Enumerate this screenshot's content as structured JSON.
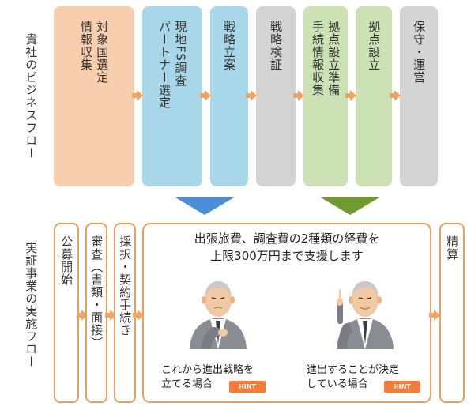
{
  "labels": {
    "business_flow": "貴社のビジネスフロー",
    "demo_flow": "実証事業の実施フロー"
  },
  "business_stages": [
    {
      "text": "対象国選定\n情報収集",
      "color": "#f8cfae"
    },
    {
      "text": "現地FS調査\nパートナー選定",
      "color": "#a9d7ea"
    },
    {
      "text": "戦略立案",
      "color": "#a9d7ea"
    },
    {
      "text": "戦略検証",
      "color": "#d4d4d4"
    },
    {
      "text": "拠点設立準備\n手続情報収集",
      "color": "#cde2b4"
    },
    {
      "text": "拠点設立",
      "color": "#cde2b4"
    },
    {
      "text": "保守・運営",
      "color": "#d4d4d4"
    }
  ],
  "demo_stages": {
    "start": "公募開始",
    "review": "審査（書類・面接）",
    "adopt": "採択・契約手続き",
    "settle": "精算"
  },
  "support": {
    "heading_line1": "出張旅費、調査費の2種類の経費を",
    "heading_line2": "上限300万円まで支援します",
    "case1_line1": "これから進出戦略を",
    "case1_line2": "立てる場合",
    "case2_line1": "進出することが決定",
    "case2_line2": "している場合",
    "hint_label": "HINT"
  },
  "colors": {
    "arrow_blue": "#4a8fd6",
    "arrow_green": "#6f9a30",
    "orange": "#f4a460",
    "border_orange": "#e8a060",
    "hint_orange": "#f47c3a"
  }
}
